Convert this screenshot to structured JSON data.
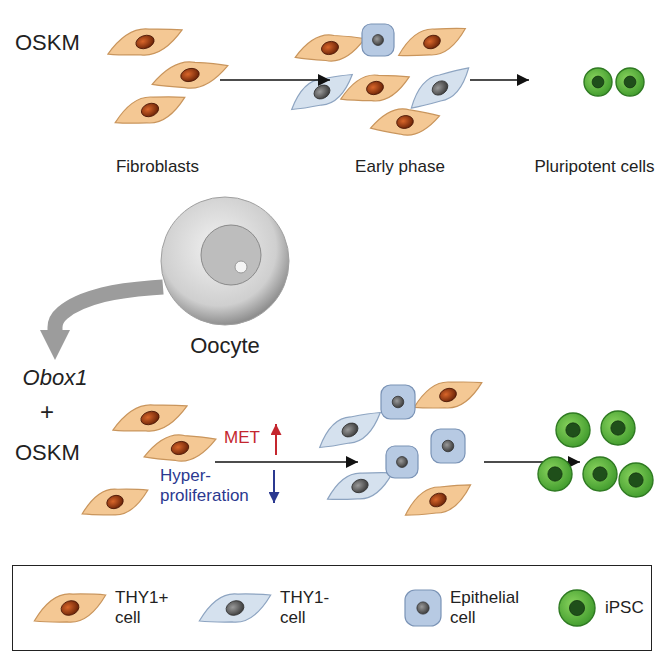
{
  "diagram": {
    "nodes": [
      {
        "text": [
          "Fibroblasts"
        ]
      },
      {
        "text": [
          "Early phase"
        ]
      },
      {
        "text": [
          "Pluripotent cells"
        ]
      },
      {
        "text": [
          "Oocyte"
        ]
      },
      {
        "text": [
          "Obox1"
        ]
      }
    ],
    "edges": [
      {
        "from": 0,
        "to": 1,
        "arrow": "to"
      },
      {
        "from": 1,
        "to": 2,
        "arrow": "to"
      },
      {
        "from": 3,
        "to": 4,
        "arrow": "to"
      }
    ],
    "labels": [
      "OSKM",
      "+",
      "OSKM",
      "MET",
      "Hyper-proliferation"
    ],
    "legend": [
      {
        "text": "THY1+ cell"
      },
      {
        "text": "THY1- cell"
      },
      {
        "text": "Epithelial cell"
      },
      {
        "text": "iPSC"
      }
    ]
  }
}
